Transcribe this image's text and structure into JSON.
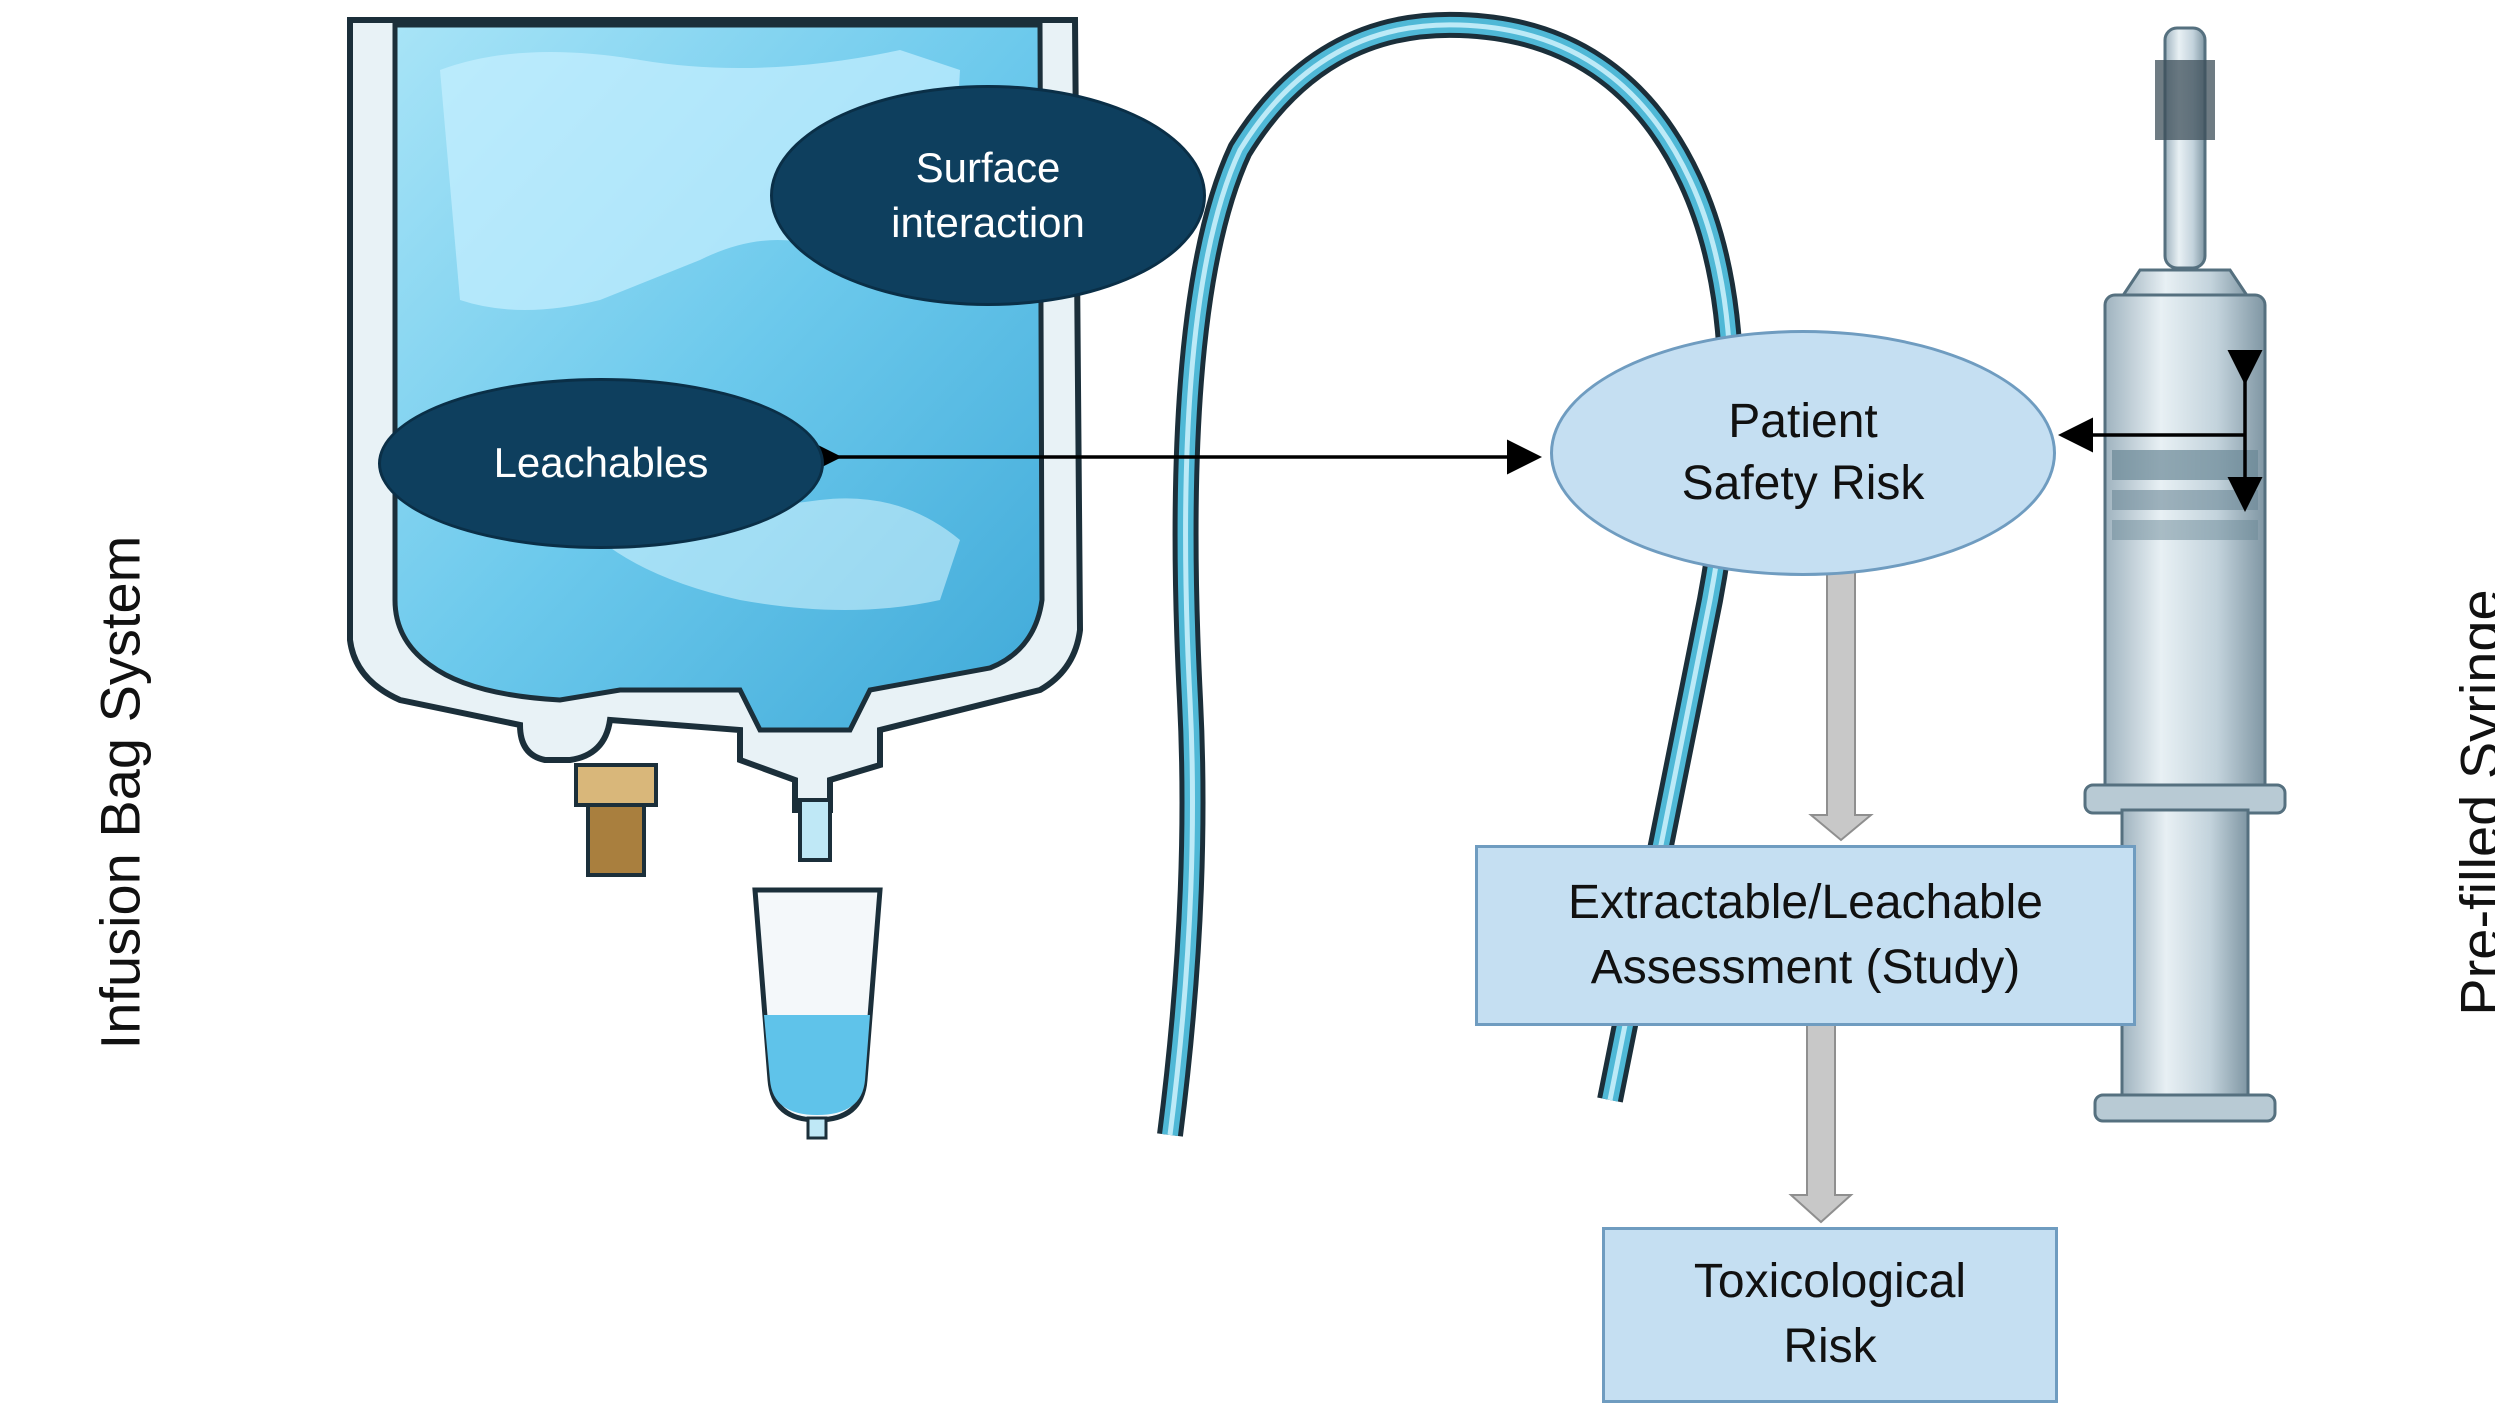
{
  "labels": {
    "left_system": "Infusion Bag System",
    "right_system": "Pre-filled Syringe"
  },
  "nodes": {
    "surface_interaction": [
      "Surface",
      "interaction"
    ],
    "leachables": "Leachables",
    "patient_safety_risk": [
      "Patient",
      "Safety Risk"
    ],
    "extractable_leachable": [
      "Extractable/Leachable",
      "Assessment (Study)"
    ],
    "toxicological_risk": [
      "Toxicological",
      "Risk"
    ]
  },
  "colors": {
    "dark_node": "#0e3f5e",
    "light_node": "#c5dff2",
    "node_border": "#6f9cc0",
    "flow_arrow": "#c8c8c8",
    "bag_fluid": "#7fd0ef",
    "tubing": "#3aa8c8"
  }
}
